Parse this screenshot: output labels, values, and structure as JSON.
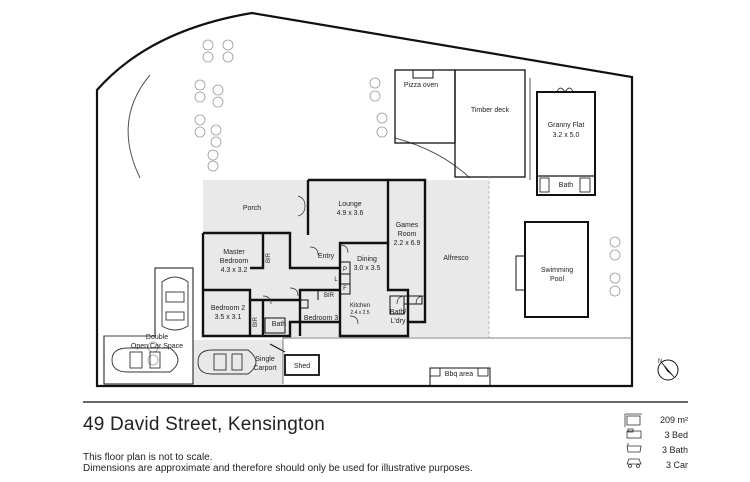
{
  "footer": {
    "address": "49 David Street, Kensington",
    "note_line1": "This floor plan is not to scale.",
    "note_line2": "Dimensions are approximate and therefore should only be used for illustrative purposes."
  },
  "stats": {
    "area": "209 m²",
    "beds": "3 Bed",
    "baths": "3 Bath",
    "cars": "3 Car"
  },
  "labels": {
    "pizza_oven": "Pizza oven",
    "timber_deck": "Timber deck",
    "granny_flat": "Granny Flat",
    "granny_flat_size": "3.2 x 5.0",
    "granny_bath": "Bath",
    "porch": "Porch",
    "lounge": "Lounge",
    "lounge_size": "4.9 x 3.6",
    "games_room": "Games",
    "games_room2": "Room",
    "games_size": "2.2 x 6.9",
    "alfresco": "Alfresco",
    "swimming_pool": "Swimming",
    "swimming_pool2": "Pool",
    "master_bedroom": "Master",
    "master_bedroom2": "Bedroom",
    "master_size": "4.3 x 3.2",
    "bir": "BIR",
    "entry": "Entry",
    "dining": "Dining",
    "dining_size": "3.0 x 3.5",
    "pantry": "P",
    "linen": "L",
    "fridge": "F",
    "bir2": "BIR",
    "kitchen": "Kitchen",
    "kitchen_size": "2.4 x 2.5",
    "bath_ldry": "Bath/",
    "bath_ldry2": "L'dry",
    "bedroom2": "Bedroom 2",
    "bedroom2_size": "3.5 x 3.1",
    "bir3": "BIR",
    "bath": "Bath",
    "bedroom3": "Bedroom 3",
    "double_car": "Double",
    "double_car2": "Open Car Space",
    "single_carport": "Single",
    "single_carport2": "Carport",
    "shed": "Shed",
    "bbq_area": "Bbq area",
    "compass": "N"
  }
}
